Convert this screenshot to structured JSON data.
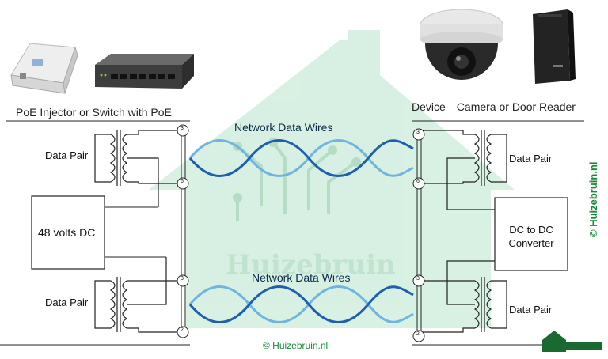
{
  "captions": {
    "left_equipment": "PoE Injector or Switch with PoE",
    "right_equipment": "Device—Camera or Door Reader"
  },
  "wires": {
    "top": "Network Data Wires",
    "bottom": "Network Data Wires"
  },
  "left": {
    "pair_top": "Data Pair",
    "pair_bottom": "Data Pair",
    "power_box": "48 volts DC"
  },
  "right": {
    "pair_top": "Data Pair",
    "pair_bottom": "Data Pair",
    "converter_line1": "DC to DC",
    "converter_line2": "Converter"
  },
  "pins": {
    "left": [
      "3",
      "6",
      "3",
      "2"
    ],
    "right": [
      "3",
      "6",
      "3",
      "2"
    ]
  },
  "watermark": {
    "brand": "Huizebruin",
    "vertical": "© Huizebruin.nl",
    "bottom": "© Huizebruin.nl"
  },
  "colors": {
    "wire_blue": "#1f5fb0",
    "wire_light": "#6fb5e0",
    "house_watermark": "#c9ead6",
    "brand_green": "#1a8a3a"
  },
  "icons": [
    "poe-injector-icon",
    "network-switch-icon",
    "dome-camera-icon",
    "door-reader-icon",
    "house-logo-icon"
  ]
}
